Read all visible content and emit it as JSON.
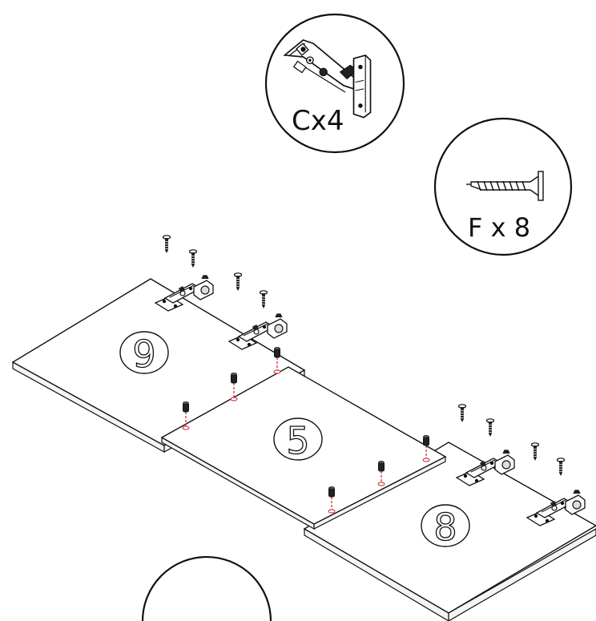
{
  "callouts": {
    "hinge": {
      "label": "Cx4",
      "icon": "hinge-icon"
    },
    "screw": {
      "label": "F x 8",
      "icon": "screw-icon"
    }
  },
  "panels": {
    "left": {
      "number": "9"
    },
    "center": {
      "number": "5"
    },
    "right": {
      "number": "8"
    }
  },
  "colors": {
    "line": "#111111",
    "guide": "#d21f2a"
  }
}
